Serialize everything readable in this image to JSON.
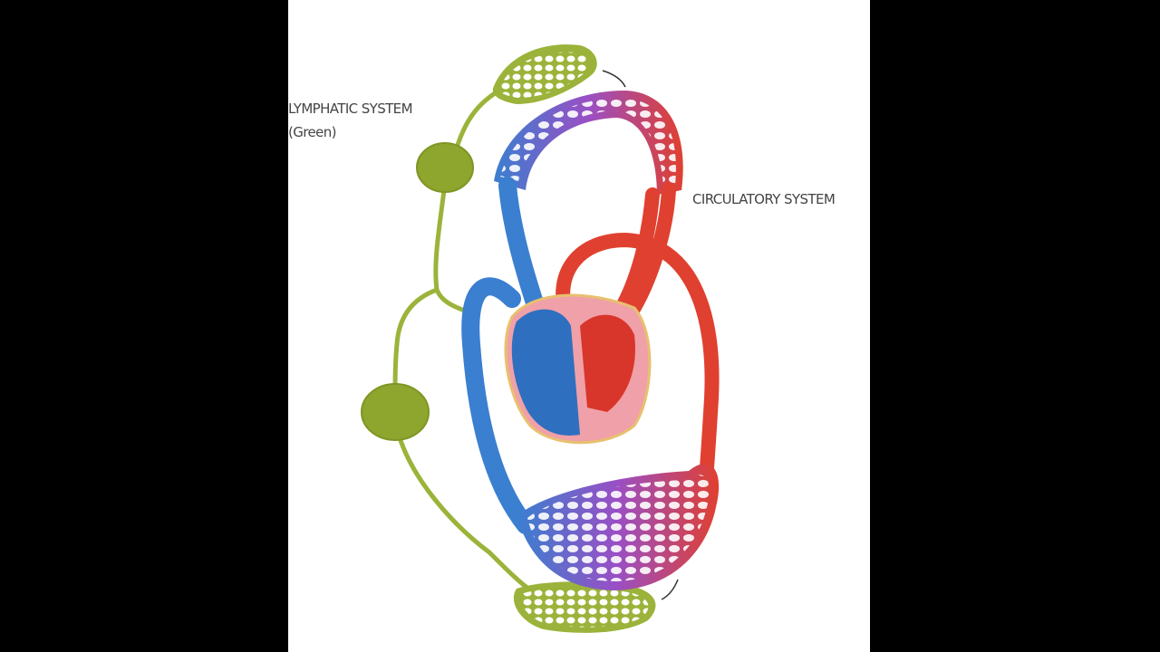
{
  "labels": {
    "lymphatic_title": "LYMPHATIC SYSTEM",
    "lymphatic_subtitle": "(Green)",
    "circulatory_title": "CIRCULATORY SYSTEM"
  },
  "colors": {
    "lymph": "#9bb33a",
    "vein": "#3a7fd0",
    "artery": "#e0402f",
    "capillary_mid": "#9a4fc4",
    "heart_muscle": "#f0a0a8"
  }
}
